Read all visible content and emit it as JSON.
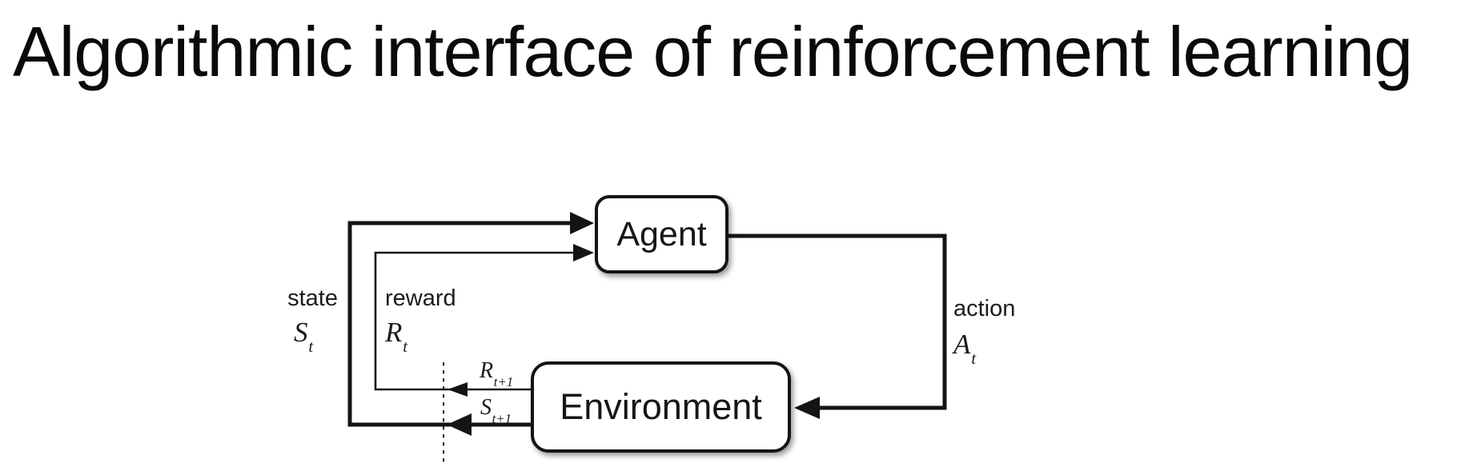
{
  "title": "Algorithmic interface of reinforcement learning",
  "diagram": {
    "agent_label": "Agent",
    "environment_label": "Environment",
    "labels": {
      "state": {
        "word": "state",
        "symbol": "S",
        "sub": "t"
      },
      "reward": {
        "word": "reward",
        "symbol": "R",
        "sub": "t"
      },
      "action": {
        "word": "action",
        "symbol": "A",
        "sub": "t"
      },
      "next_reward": {
        "symbol": "R",
        "sub": "t+1"
      },
      "next_state": {
        "symbol": "S",
        "sub": "t+1"
      }
    },
    "colors": {
      "line": "#141414",
      "text": "#1c1c1c",
      "title": "#0a0a0a",
      "box_fill": "#ffffff"
    }
  }
}
